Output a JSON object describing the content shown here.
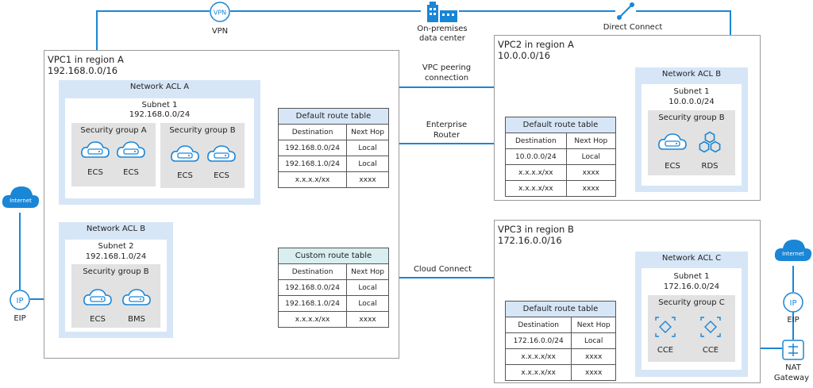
{
  "top": {
    "vpn_label": "VPN",
    "vpn_icon_text": "VPN",
    "dc_label_line1": "On-premises",
    "dc_label_line2": "data center",
    "dc_label_sub": "",
    "direct_connect_label": "Direct Connect"
  },
  "vpc1": {
    "title": "VPC1 in region A",
    "cidr": "192.168.0.0/16",
    "acl_a": {
      "title": "Network ACL A",
      "subnet_title": "Subnet 1",
      "subnet_cidr": "192.168.0.0/24",
      "sg_a": {
        "title": "Security group A",
        "items": [
          "ECS",
          "ECS"
        ]
      },
      "sg_b": {
        "title": "Security group B",
        "items": [
          "ECS",
          "ECS"
        ]
      }
    },
    "acl_b": {
      "title": "Network ACL B",
      "subnet_title": "Subnet 2",
      "subnet_cidr": "192.168.1.0/24",
      "sg_b": {
        "title": "Security group B",
        "items": [
          "ECS",
          "BMS"
        ]
      }
    },
    "default_rt": {
      "title": "Default route table",
      "headers": [
        "Destination",
        "Next Hop"
      ],
      "rows": [
        [
          "192.168.0.0/24",
          "Local"
        ],
        [
          "192.168.1.0/24",
          "Local"
        ],
        [
          "x.x.x.x/xx",
          "xxxx"
        ]
      ]
    },
    "custom_rt": {
      "title": "Custom route table",
      "headers": [
        "Destination",
        "Next Hop"
      ],
      "rows": [
        [
          "192.168.0.0/24",
          "Local"
        ],
        [
          "192.168.1.0/24",
          "Local"
        ],
        [
          "x.x.x.x/xx",
          "xxxx"
        ]
      ]
    }
  },
  "left": {
    "internet_label": "Internet",
    "eip_icon_text": "IP",
    "eip_label": "EIP"
  },
  "middle": {
    "vpc_peering_line1": "VPC peering",
    "vpc_peering_line2": "connection",
    "enterprise_router_line1": "Enterprise",
    "enterprise_router_line2": "Router",
    "cloud_connect": "Cloud Connect"
  },
  "vpc2": {
    "title": "VPC2 in region A",
    "cidr": "10.0.0.0/16",
    "acl_b": {
      "title": "Network ACL B",
      "subnet_title": "Subnet 1",
      "subnet_cidr": "10.0.0.0/24",
      "sg_b": {
        "title": "Security group B",
        "items": [
          "ECS",
          "RDS"
        ]
      }
    },
    "default_rt": {
      "title": "Default route table",
      "headers": [
        "Destination",
        "Next Hop"
      ],
      "rows": [
        [
          "10.0.0.0/24",
          "Local"
        ],
        [
          "x.x.x.x/xx",
          "xxxx"
        ],
        [
          "x.x.x.x/xx",
          "xxxx"
        ]
      ]
    }
  },
  "vpc3": {
    "title": "VPC3 in region B",
    "cidr": "172.16.0.0/16",
    "acl_c": {
      "title": "Network ACL C",
      "subnet_title": "Subnet 1",
      "subnet_cidr": "172.16.0.0/24",
      "sg_c": {
        "title": "Security group C",
        "items": [
          "CCE",
          "CCE"
        ]
      }
    },
    "default_rt": {
      "title": "Default route table",
      "headers": [
        "Destination",
        "Next Hop"
      ],
      "rows": [
        [
          "172.16.0.0/24",
          "Local"
        ],
        [
          "x.x.x.x/xx",
          "xxxx"
        ],
        [
          "x.x.x.x/xx",
          "xxxx"
        ]
      ]
    }
  },
  "right": {
    "internet_label": "Internet",
    "eip_icon_text": "IP",
    "eip_label": "EIP",
    "nat_label_line1": "NAT",
    "nat_label_line2": "Gateway"
  },
  "colors": {
    "line": "#1a86d6",
    "acl_fill": "#d6e6f7",
    "sg_fill": "#e2e2e2",
    "icon": "#1a86d6"
  }
}
